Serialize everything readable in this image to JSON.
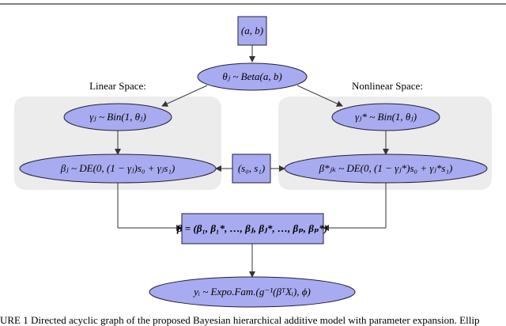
{
  "sections": {
    "linear": "Linear Space:",
    "nonlinear": "Nonlinear Space:"
  },
  "nodes": {
    "ab": "(a, b)",
    "theta": "θⱼ ~ Beta(a, b)",
    "gamma": "γⱼ ~ Bin(1, θⱼ)",
    "gamma_star": "γⱼ* ~ Bin(1, θⱼ)",
    "beta": "βⱼ ~ DE(0, (1 − γⱼ)s₀ + γⱼs₁)",
    "s0s1": "(s₀, s₁)",
    "beta_star": "β*ⱼₖ ~ DE(0, (1 − γⱼ*)s₀ + γⱼ*s₁)",
    "beta_vec": "β = (β₁, β₁*, …, βⱼ, βⱼ*, …, βₚ, βₚ*)",
    "y": "yᵢ ~ Expo.Fam.(g⁻¹(βᵀXᵢ), ϕ)"
  },
  "caption": "URE 1 Directed acyclic graph of the proposed Bayesian hierarchical additive model with parameter expansion. Ellip"
}
